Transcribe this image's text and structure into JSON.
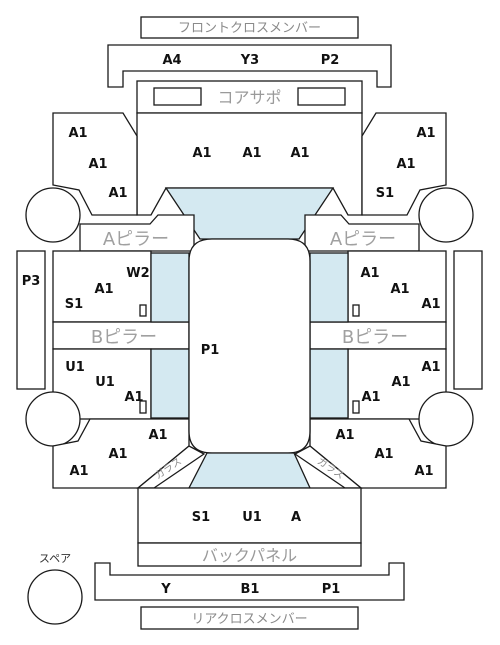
{
  "title": "フロントクロスメンバー",
  "front_cross_member": {
    "left": "A4",
    "center": "Y3",
    "right": "P2"
  },
  "core_support": "コアサポ",
  "top_center": [
    "A1",
    "A1",
    "A1"
  ],
  "upper_left": [
    "A1",
    "A1",
    "A1"
  ],
  "upper_right": [
    "A1",
    "A1",
    "S1"
  ],
  "a_pillar": "Aピラー",
  "b_pillar": "Bピラー",
  "left_panel": "P3",
  "left_mid": {
    "a1": "A1",
    "w2": "W2",
    "s1": "S1"
  },
  "right_mid": [
    "A1",
    "A1",
    "A1"
  ],
  "center_roof": "P1",
  "left_lower": [
    "U1",
    "U1",
    "A1"
  ],
  "right_lower": [
    "A1",
    "A1",
    "A1"
  ],
  "bottom_left": [
    "A1",
    "A1",
    "A1"
  ],
  "bottom_right": [
    "A1",
    "A1",
    "A1"
  ],
  "glass_label": "ガラス",
  "rear": [
    "S1",
    "U1",
    "A"
  ],
  "back_panel": "バックパネル",
  "spare": "スペア",
  "rear_cross_member": {
    "left": "Y",
    "center": "B1",
    "right": "P1"
  },
  "rear_cross_title": "リアクロスメンバー"
}
